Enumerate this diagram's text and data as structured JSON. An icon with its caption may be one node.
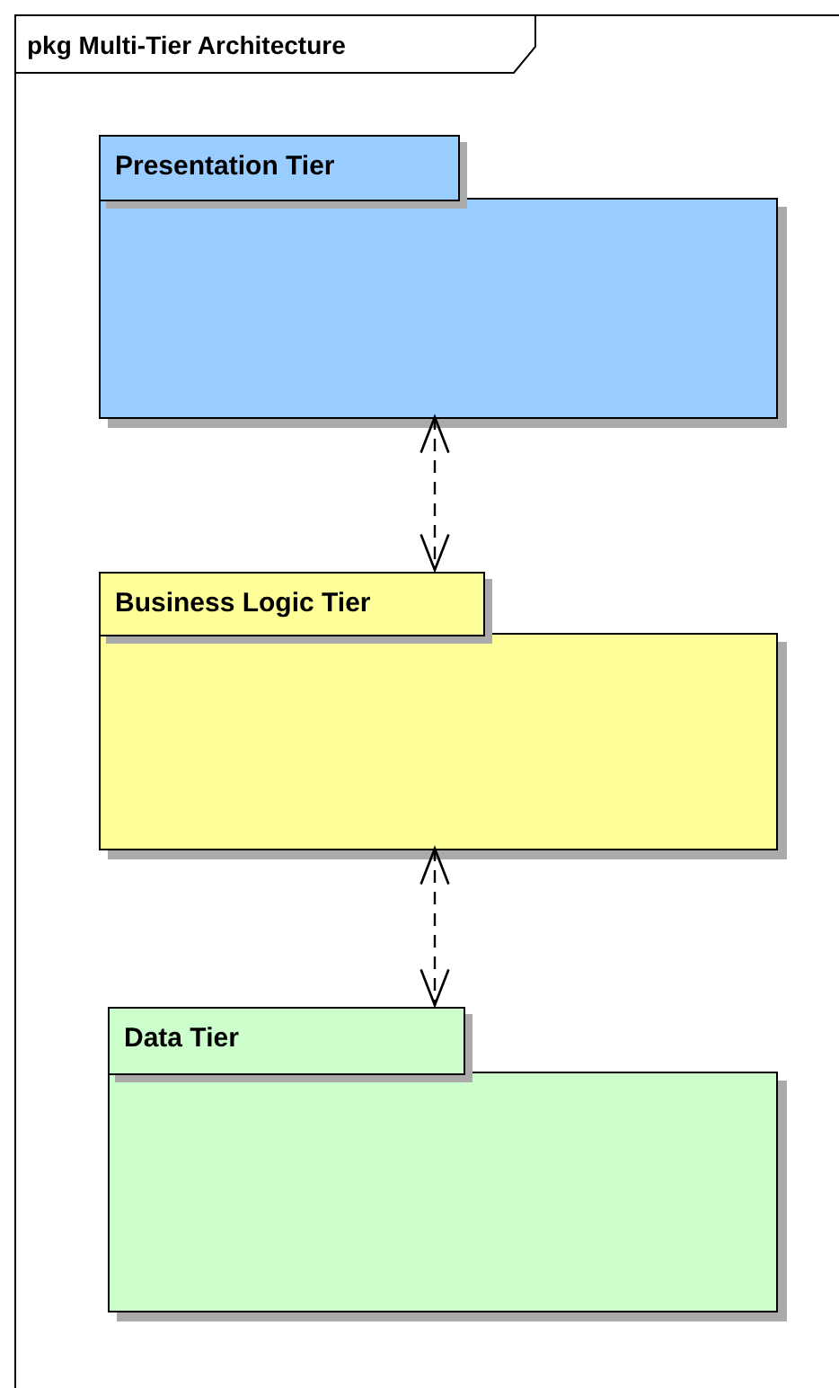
{
  "diagram": {
    "nodes": [
      {
        "text": [
          "pkg Multi-Tier Architecture"
        ]
      },
      {
        "text": [
          "Presentation Tier"
        ],
        "in": 0
      },
      {
        "text": [
          "Business Logic Tier"
        ],
        "in": 0
      },
      {
        "text": [
          "Data Tier"
        ],
        "in": 0
      }
    ],
    "edges": [
      {
        "from": 1,
        "to": 2,
        "arrow": "both",
        "style": "dashed"
      },
      {
        "from": 2,
        "to": 3,
        "arrow": "both",
        "style": "dashed"
      }
    ]
  }
}
